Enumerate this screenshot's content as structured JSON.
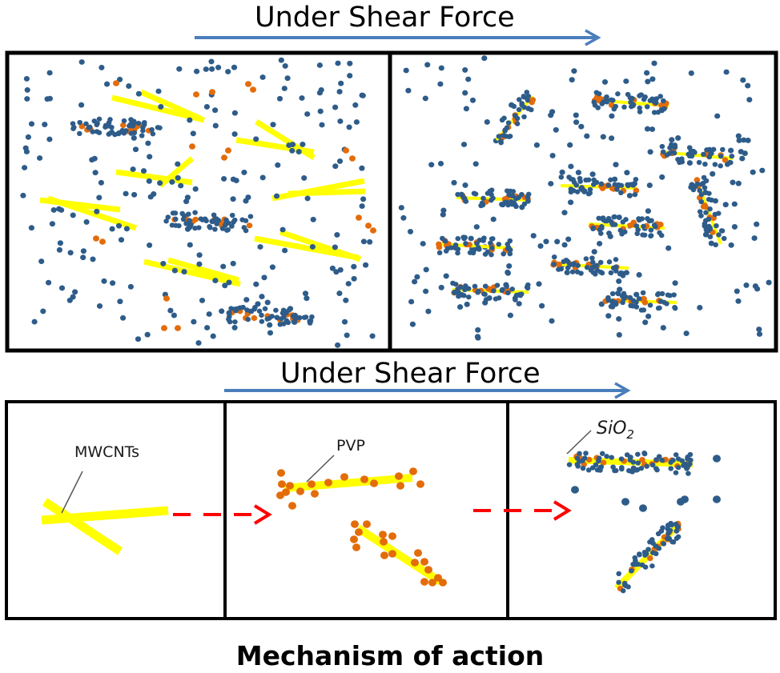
{
  "figure": {
    "top_section": {
      "label": "Under Shear Force",
      "arrow_direction": "right",
      "panels": [
        {
          "id": "before-shear",
          "description": "Randomly dispersed MWCNTs, PVP and SiO2 particles"
        },
        {
          "id": "after-shear",
          "description": "Aligned MWCNT/PVP/SiO2 composite chains"
        }
      ]
    },
    "bottom_section": {
      "label": "Under Shear Force",
      "arrow_direction": "right",
      "panels": [
        {
          "id": "stage-mwcnt",
          "callout": "MWCNTs"
        },
        {
          "id": "stage-pvp",
          "callout": "PVP"
        },
        {
          "id": "stage-sio2",
          "callout_base": "SiO",
          "callout_sub": "2"
        }
      ],
      "transition_arrow_style": "dashed"
    },
    "caption": "Mechanism of action"
  },
  "colors": {
    "shear_arrow": "#4a7ebb",
    "mwcnt": "#ffff00",
    "pvp": "#e36c0a",
    "sio2": "#2e5c8a",
    "transition_arrow": "#ff0000",
    "border": "#000000",
    "leader_line": "#555555"
  }
}
